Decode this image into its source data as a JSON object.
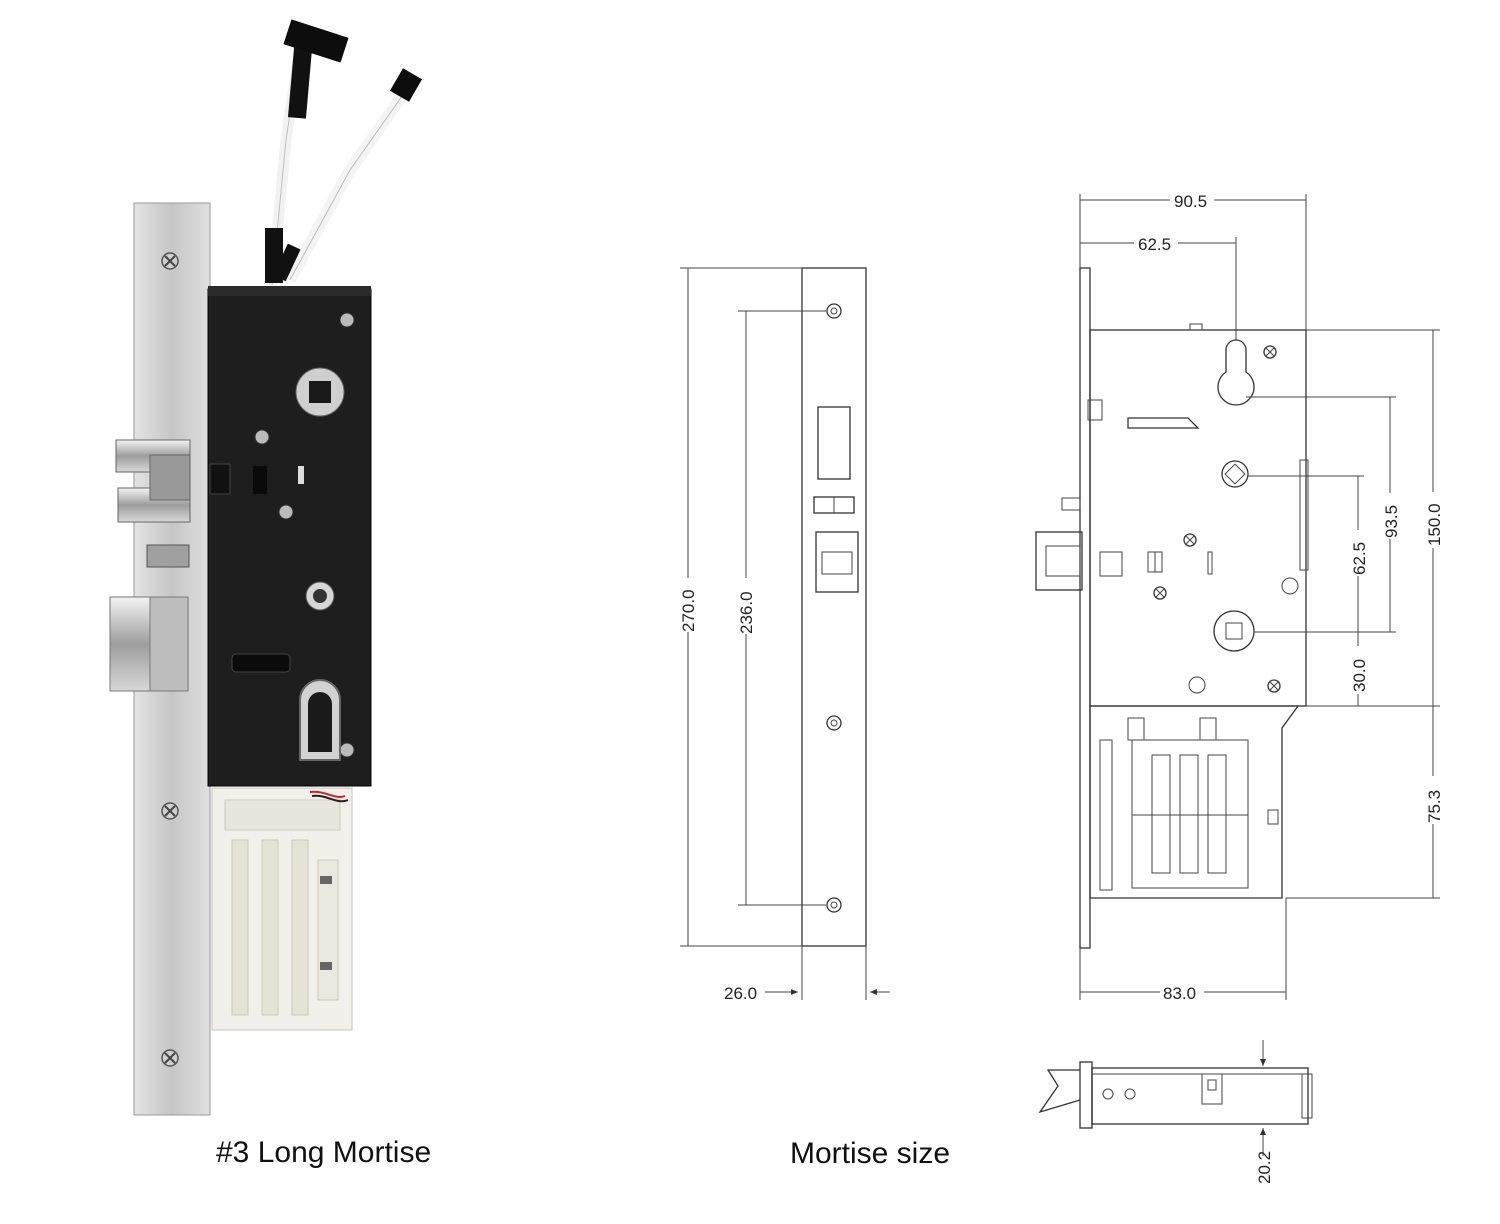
{
  "captions": {
    "left": "#3 Long Mortise",
    "middle": "Mortise size"
  },
  "faceplate_view": {
    "dims": {
      "overall_length": "270.0",
      "screw_spacing": "236.0",
      "faceplate_width": "26.0"
    }
  },
  "side_view": {
    "dims": {
      "total_width": "90.5",
      "backset": "62.5",
      "body_width": "83.0",
      "case_height": "150.0",
      "keyhole_to_cylinder": "93.5",
      "spindle_to_cylinder": "62.5",
      "cylinder_to_bottom": "30.0",
      "battery_box_height": "75.3"
    }
  },
  "top_view": {
    "dims": {
      "thickness": "20.2"
    }
  },
  "colors": {
    "lock_body": "#1e1e1e",
    "faceplate": "#c9c9c9",
    "battery_box": "#f2f0ea",
    "drawing_line": "#333333"
  }
}
